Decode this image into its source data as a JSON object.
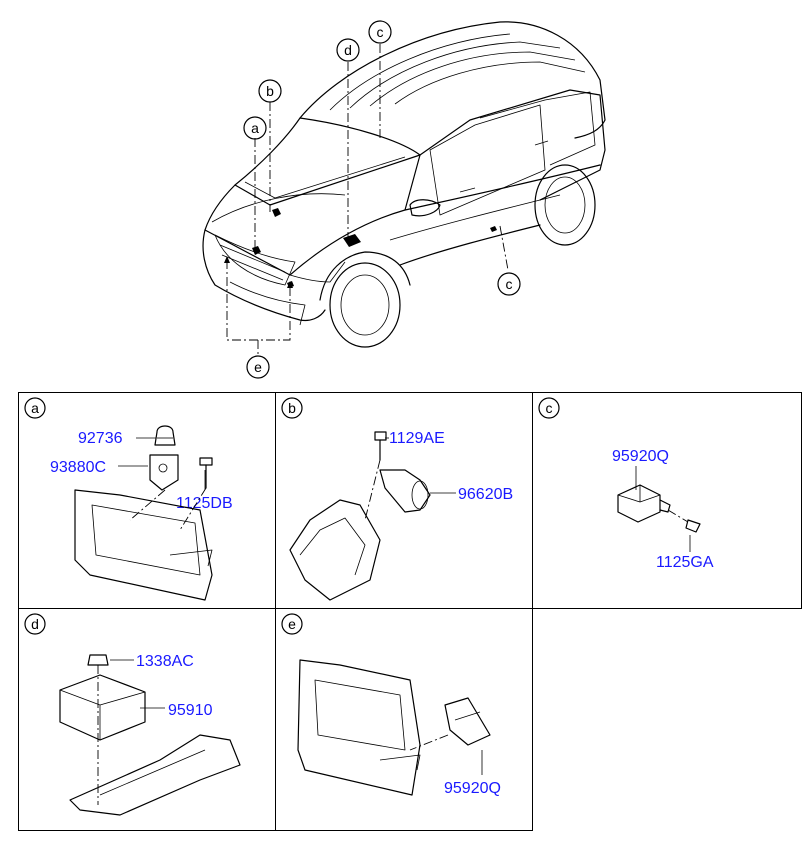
{
  "overview": {
    "callouts": [
      "a",
      "b",
      "c",
      "d",
      "c",
      "e"
    ]
  },
  "panels": [
    {
      "letter": "a",
      "parts": [
        "92736",
        "93880C",
        "1125DB"
      ]
    },
    {
      "letter": "b",
      "parts": [
        "1129AE",
        "96620B"
      ]
    },
    {
      "letter": "c",
      "parts": [
        "95920Q",
        "1125GA"
      ]
    },
    {
      "letter": "d",
      "parts": [
        "1338AC",
        "95910"
      ]
    },
    {
      "letter": "e",
      "parts": [
        "95920Q"
      ]
    }
  ],
  "colors": {
    "part_label": "#1a1aff",
    "line": "#000000",
    "background": "#ffffff"
  }
}
